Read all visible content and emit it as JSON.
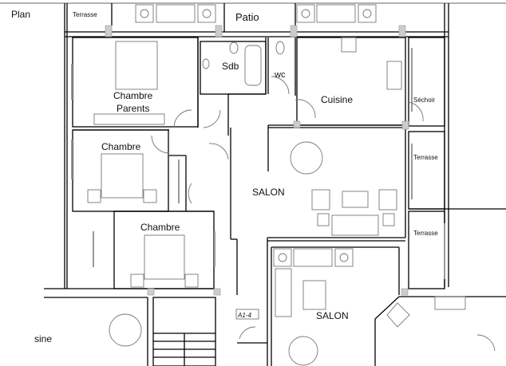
{
  "title": "Plan",
  "rooms": {
    "terrasse_top": "Terrasse",
    "patio": "Patio",
    "chambre_parents_1": "Chambre",
    "chambre_parents_2": "Parents",
    "sdb": "Sdb",
    "wc": "wc",
    "cuisine": "Cuisine",
    "sechoir": "Séchoir",
    "chambre_1": "Chambre",
    "chambre_2": "Chambre",
    "salon_1": "SALON",
    "salon_2": "SALON",
    "terrasse_right_1": "Terrasse",
    "terrasse_right_2": "Terrasse",
    "cuisine_partial": "sine"
  },
  "tag": "A1-4"
}
